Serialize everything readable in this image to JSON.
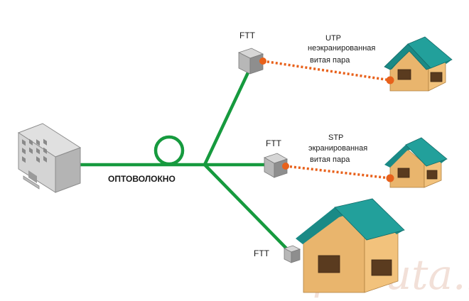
{
  "labels": {
    "fiber": "ОПТОВОЛОКНО",
    "ftt_1": "FTT",
    "ftt_2": "FTT",
    "ftt_3": "FTT",
    "utp_title": "UTP",
    "utp_line1": "неэкранированная",
    "utp_line2": "витая пара",
    "stp_title": "STP",
    "stp_line1": "экранированная",
    "stp_line2": "витая пара"
  },
  "watermark": "posuta.ru",
  "colors": {
    "fiber": "#169a3e",
    "cable": "#e8611b",
    "roof": "#1a8a86",
    "house_wall": "#f2c27c",
    "box": "#a9a9a9",
    "building": "#c9c9c9"
  },
  "icons": [
    "office-building-icon",
    "ftt-box-icon",
    "house-icon",
    "fiber-loop-icon"
  ]
}
